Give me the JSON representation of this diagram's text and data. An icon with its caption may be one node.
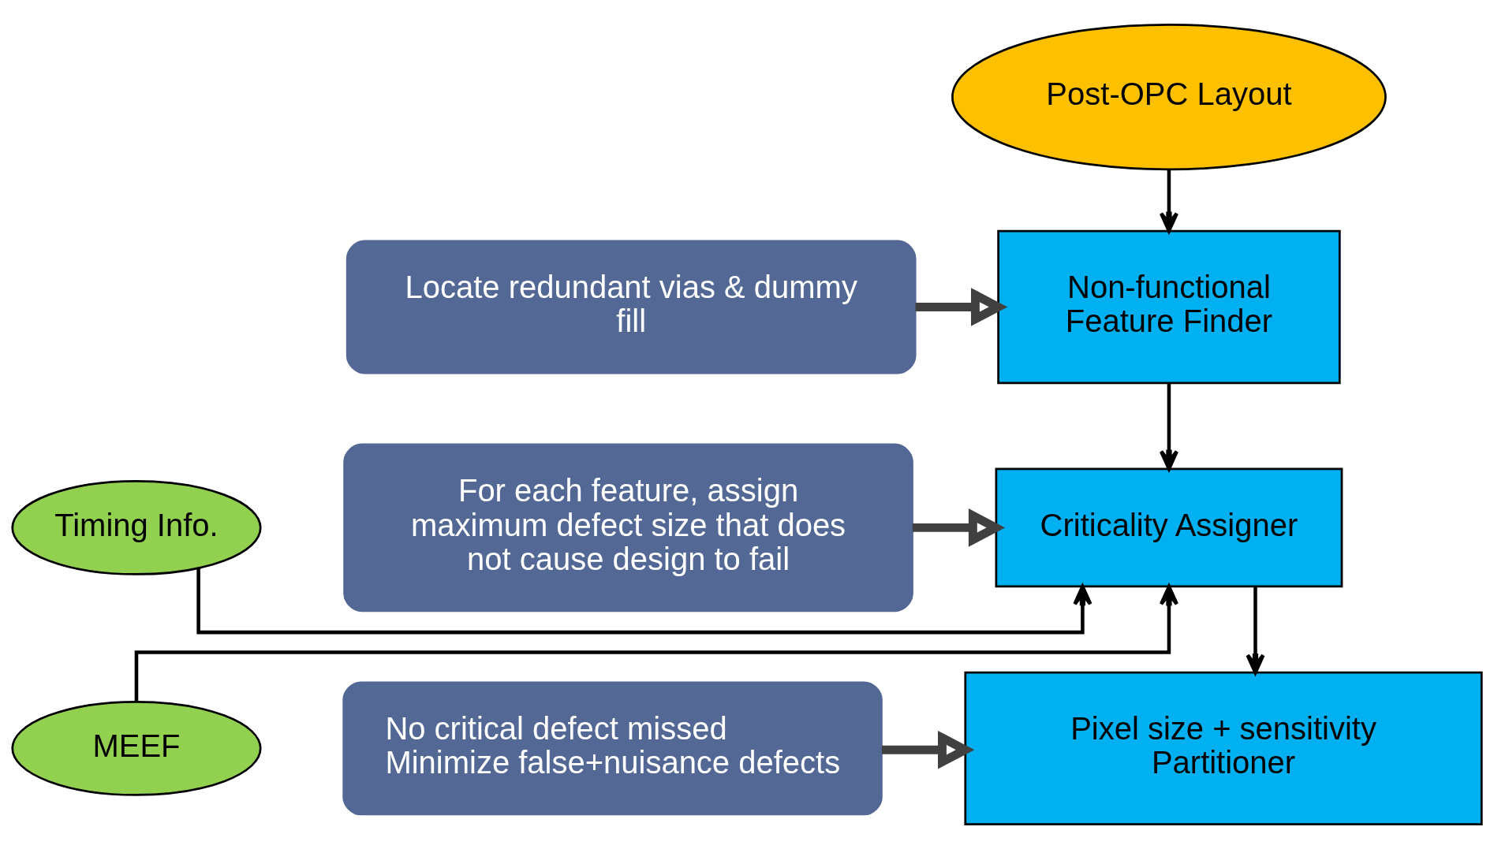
{
  "diagram": {
    "nodes": [
      {
        "text": [
          "Post-OPC Layout"
        ]
      },
      {
        "text": [
          "Locate redundant vias & dummy fill"
        ]
      },
      {
        "text": [
          "Non-functional Feature Finder"
        ]
      },
      {
        "text": [
          "For each feature, assign maximum defect size that does not cause design to fail"
        ]
      },
      {
        "text": [
          "Criticality Assigner"
        ]
      },
      {
        "text": [
          "Timing Info."
        ]
      },
      {
        "text": [
          "MEEF"
        ]
      },
      {
        "text": [
          "No critical defect missed",
          "Minimize false+nuisance defects"
        ]
      },
      {
        "text": [
          "Pixel size + sensitivity Partitioner"
        ]
      }
    ],
    "edges": [
      {
        "from": 0,
        "to": 2,
        "arrow": "to"
      },
      {
        "from": 1,
        "to": 2,
        "arrow": "to",
        "style": "thick"
      },
      {
        "from": 2,
        "to": 4,
        "arrow": "to"
      },
      {
        "from": 3,
        "to": 4,
        "arrow": "to",
        "style": "thick"
      },
      {
        "from": 5,
        "to": 4,
        "arrow": "to"
      },
      {
        "from": 6,
        "to": 4,
        "arrow": "to"
      },
      {
        "from": 4,
        "to": 8,
        "arrow": "to"
      },
      {
        "from": 7,
        "to": 8,
        "arrow": "to",
        "style": "thick"
      }
    ]
  }
}
